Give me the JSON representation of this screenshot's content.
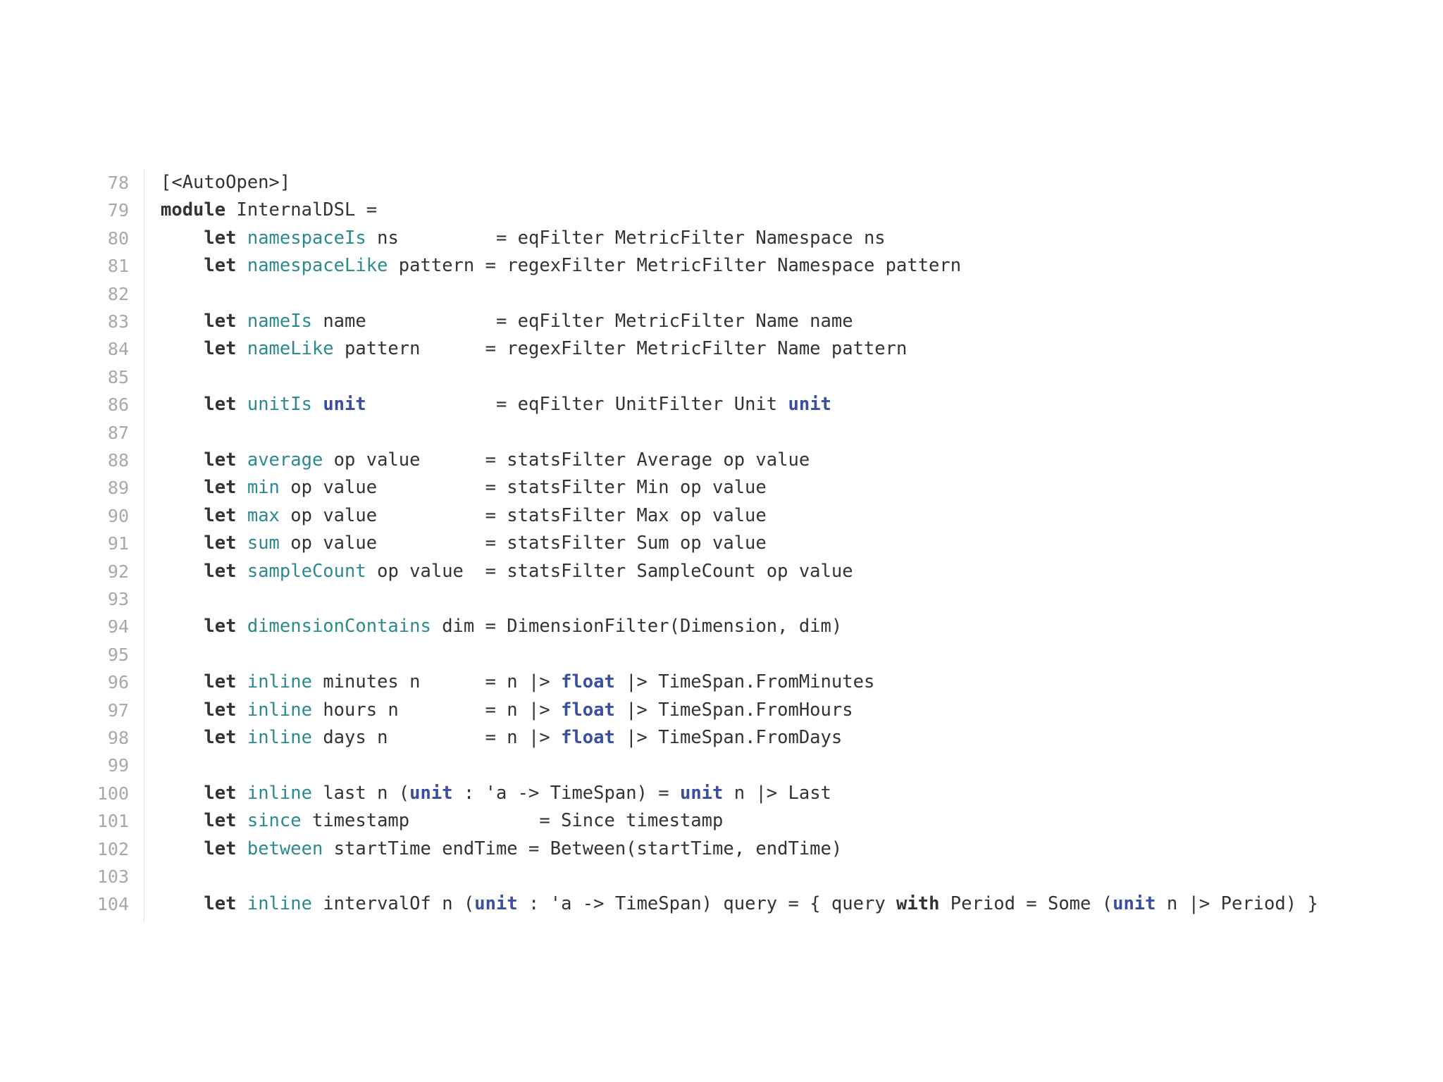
{
  "editor": {
    "lines": [
      {
        "num": "78",
        "tokens": [
          {
            "t": "[<AutoOpen>]",
            "c": "pl"
          }
        ]
      },
      {
        "num": "79",
        "tokens": [
          {
            "t": "module",
            "c": "kw"
          },
          {
            "t": " InternalDSL =",
            "c": "pl"
          }
        ]
      },
      {
        "num": "80",
        "tokens": [
          {
            "t": "    ",
            "c": "pl"
          },
          {
            "t": "let",
            "c": "kw"
          },
          {
            "t": " ",
            "c": "pl"
          },
          {
            "t": "namespaceIs",
            "c": "fn"
          },
          {
            "t": " ns         = eqFilter MetricFilter Namespace ns",
            "c": "pl"
          }
        ]
      },
      {
        "num": "81",
        "tokens": [
          {
            "t": "    ",
            "c": "pl"
          },
          {
            "t": "let",
            "c": "kw"
          },
          {
            "t": " ",
            "c": "pl"
          },
          {
            "t": "namespaceLike",
            "c": "fn"
          },
          {
            "t": " pattern = regexFilter MetricFilter Namespace pattern",
            "c": "pl"
          }
        ]
      },
      {
        "num": "82",
        "tokens": []
      },
      {
        "num": "83",
        "tokens": [
          {
            "t": "    ",
            "c": "pl"
          },
          {
            "t": "let",
            "c": "kw"
          },
          {
            "t": " ",
            "c": "pl"
          },
          {
            "t": "nameIs",
            "c": "fn"
          },
          {
            "t": " name            = eqFilter MetricFilter Name name",
            "c": "pl"
          }
        ]
      },
      {
        "num": "84",
        "tokens": [
          {
            "t": "    ",
            "c": "pl"
          },
          {
            "t": "let",
            "c": "kw"
          },
          {
            "t": " ",
            "c": "pl"
          },
          {
            "t": "nameLike",
            "c": "fn"
          },
          {
            "t": " pattern      = regexFilter MetricFilter Name pattern",
            "c": "pl"
          }
        ]
      },
      {
        "num": "85",
        "tokens": []
      },
      {
        "num": "86",
        "tokens": [
          {
            "t": "    ",
            "c": "pl"
          },
          {
            "t": "let",
            "c": "kw"
          },
          {
            "t": " ",
            "c": "pl"
          },
          {
            "t": "unitIs",
            "c": "fn"
          },
          {
            "t": " ",
            "c": "pl"
          },
          {
            "t": "unit",
            "c": "tkw"
          },
          {
            "t": "            = eqFilter UnitFilter Unit ",
            "c": "pl"
          },
          {
            "t": "unit",
            "c": "tkw"
          }
        ]
      },
      {
        "num": "87",
        "tokens": []
      },
      {
        "num": "88",
        "tokens": [
          {
            "t": "    ",
            "c": "pl"
          },
          {
            "t": "let",
            "c": "kw"
          },
          {
            "t": " ",
            "c": "pl"
          },
          {
            "t": "average",
            "c": "fn"
          },
          {
            "t": " op value      = statsFilter Average op value",
            "c": "pl"
          }
        ]
      },
      {
        "num": "89",
        "tokens": [
          {
            "t": "    ",
            "c": "pl"
          },
          {
            "t": "let",
            "c": "kw"
          },
          {
            "t": " ",
            "c": "pl"
          },
          {
            "t": "min",
            "c": "fn"
          },
          {
            "t": " op value          = statsFilter Min op value",
            "c": "pl"
          }
        ]
      },
      {
        "num": "90",
        "tokens": [
          {
            "t": "    ",
            "c": "pl"
          },
          {
            "t": "let",
            "c": "kw"
          },
          {
            "t": " ",
            "c": "pl"
          },
          {
            "t": "max",
            "c": "fn"
          },
          {
            "t": " op value          = statsFilter Max op value",
            "c": "pl"
          }
        ]
      },
      {
        "num": "91",
        "tokens": [
          {
            "t": "    ",
            "c": "pl"
          },
          {
            "t": "let",
            "c": "kw"
          },
          {
            "t": " ",
            "c": "pl"
          },
          {
            "t": "sum",
            "c": "fn"
          },
          {
            "t": " op value          = statsFilter Sum op value",
            "c": "pl"
          }
        ]
      },
      {
        "num": "92",
        "tokens": [
          {
            "t": "    ",
            "c": "pl"
          },
          {
            "t": "let",
            "c": "kw"
          },
          {
            "t": " ",
            "c": "pl"
          },
          {
            "t": "sampleCount",
            "c": "fn"
          },
          {
            "t": " op value  = statsFilter SampleCount op value",
            "c": "pl"
          }
        ]
      },
      {
        "num": "93",
        "tokens": []
      },
      {
        "num": "94",
        "tokens": [
          {
            "t": "    ",
            "c": "pl"
          },
          {
            "t": "let",
            "c": "kw"
          },
          {
            "t": " ",
            "c": "pl"
          },
          {
            "t": "dimensionContains",
            "c": "fn"
          },
          {
            "t": " dim = DimensionFilter(Dimension, dim)",
            "c": "pl"
          }
        ]
      },
      {
        "num": "95",
        "tokens": []
      },
      {
        "num": "96",
        "tokens": [
          {
            "t": "    ",
            "c": "pl"
          },
          {
            "t": "let",
            "c": "kw"
          },
          {
            "t": " ",
            "c": "pl"
          },
          {
            "t": "inline",
            "c": "fn"
          },
          {
            "t": " minutes n      = n |> ",
            "c": "pl"
          },
          {
            "t": "float",
            "c": "tkw"
          },
          {
            "t": " |> TimeSpan.FromMinutes",
            "c": "pl"
          }
        ]
      },
      {
        "num": "97",
        "tokens": [
          {
            "t": "    ",
            "c": "pl"
          },
          {
            "t": "let",
            "c": "kw"
          },
          {
            "t": " ",
            "c": "pl"
          },
          {
            "t": "inline",
            "c": "fn"
          },
          {
            "t": " hours n        = n |> ",
            "c": "pl"
          },
          {
            "t": "float",
            "c": "tkw"
          },
          {
            "t": " |> TimeSpan.FromHours",
            "c": "pl"
          }
        ]
      },
      {
        "num": "98",
        "tokens": [
          {
            "t": "    ",
            "c": "pl"
          },
          {
            "t": "let",
            "c": "kw"
          },
          {
            "t": " ",
            "c": "pl"
          },
          {
            "t": "inline",
            "c": "fn"
          },
          {
            "t": " days n         = n |> ",
            "c": "pl"
          },
          {
            "t": "float",
            "c": "tkw"
          },
          {
            "t": " |> TimeSpan.FromDays",
            "c": "pl"
          }
        ]
      },
      {
        "num": "99",
        "tokens": []
      },
      {
        "num": "100",
        "tokens": [
          {
            "t": "    ",
            "c": "pl"
          },
          {
            "t": "let",
            "c": "kw"
          },
          {
            "t": " ",
            "c": "pl"
          },
          {
            "t": "inline",
            "c": "fn"
          },
          {
            "t": " last n (",
            "c": "pl"
          },
          {
            "t": "unit",
            "c": "tkw"
          },
          {
            "t": " : 'a -> TimeSpan) = ",
            "c": "pl"
          },
          {
            "t": "unit",
            "c": "tkw"
          },
          {
            "t": " n |> Last",
            "c": "pl"
          }
        ]
      },
      {
        "num": "101",
        "tokens": [
          {
            "t": "    ",
            "c": "pl"
          },
          {
            "t": "let",
            "c": "kw"
          },
          {
            "t": " ",
            "c": "pl"
          },
          {
            "t": "since",
            "c": "fn"
          },
          {
            "t": " timestamp            = Since timestamp",
            "c": "pl"
          }
        ]
      },
      {
        "num": "102",
        "tokens": [
          {
            "t": "    ",
            "c": "pl"
          },
          {
            "t": "let",
            "c": "kw"
          },
          {
            "t": " ",
            "c": "pl"
          },
          {
            "t": "between",
            "c": "fn"
          },
          {
            "t": " startTime endTime = Between(startTime, endTime)",
            "c": "pl"
          }
        ]
      },
      {
        "num": "103",
        "tokens": []
      },
      {
        "num": "104",
        "tokens": [
          {
            "t": "    ",
            "c": "pl"
          },
          {
            "t": "let",
            "c": "kw"
          },
          {
            "t": " ",
            "c": "pl"
          },
          {
            "t": "inline",
            "c": "fn"
          },
          {
            "t": " intervalOf n (",
            "c": "pl"
          },
          {
            "t": "unit",
            "c": "tkw"
          },
          {
            "t": " : 'a -> TimeSpan) query = { query ",
            "c": "pl"
          },
          {
            "t": "with",
            "c": "kw"
          },
          {
            "t": " Period = Some (",
            "c": "pl"
          },
          {
            "t": "unit",
            "c": "tkw"
          },
          {
            "t": " n |> Period) }",
            "c": "pl"
          }
        ]
      }
    ],
    "colors": {
      "keyword": "#333333",
      "type_keyword": "#3a4ea2",
      "identifier": "#2b8a8f",
      "line_number": "#a8a8a8",
      "text": "#333333"
    }
  }
}
